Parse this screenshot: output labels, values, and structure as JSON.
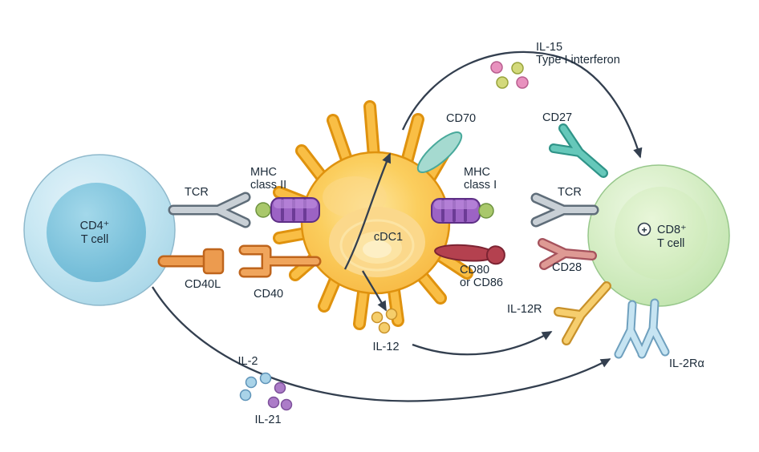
{
  "figure": {
    "description": "cDC1 dendritic cell licensing diagram: CD4+ T cell helps cDC1 which activates CD8+ T cell"
  },
  "cells": {
    "cd4": {
      "line1": "CD4⁺",
      "line2": "T cell"
    },
    "cdc1": {
      "label": "cDC1"
    },
    "cd8": {
      "plus": "+",
      "line1": "CD8⁺",
      "line2": "T cell"
    }
  },
  "labels": {
    "tcr_left": "TCR",
    "mhc2_l1": "MHC",
    "mhc2_l2": "class II",
    "cd40l": "CD40L",
    "cd40": "CD40",
    "cd70": "CD70",
    "mhc1_l1": "MHC",
    "mhc1_l2": "class I",
    "cd80_l1": "CD80",
    "cd80_l2": "or CD86",
    "cd27": "CD27",
    "tcr_right": "TCR",
    "cd28": "CD28",
    "il12r": "IL-12R",
    "il2ra": "IL-2Rα",
    "il15_l1": "IL-15",
    "il15_l2": "Type I interferon",
    "il12": "IL-12",
    "il2": "IL-2",
    "il21": "IL-21"
  },
  "colors": {
    "arrow": "#333F4F",
    "cd4_cell_blue": "#A4D4E6",
    "cd8_cell_green": "#BCE2A8",
    "dc_body_gold": "#F9BE45",
    "dc_outline": "#DF920E",
    "mhc_purple": "#9C63C4",
    "peptide_green": "#A9C86B",
    "tcr_gray": "#C9D0D6",
    "cd40_orange": "#EC9B4F",
    "cd70_teal": "#A5DAD0",
    "cd27_teal": "#66C8BA",
    "cd28_rose": "#DE9A94",
    "cd80_red": "#B4414F",
    "il15_pink": "#E891BE",
    "il15_green": "#D3D97B",
    "il12_yellow": "#F5CE6B",
    "il2_blue": "#A9D3E8",
    "il21_purple": "#AC7CC8",
    "il12r_yellow": "#F6CE6E",
    "il2ra_blue": "#C6E4F2"
  }
}
